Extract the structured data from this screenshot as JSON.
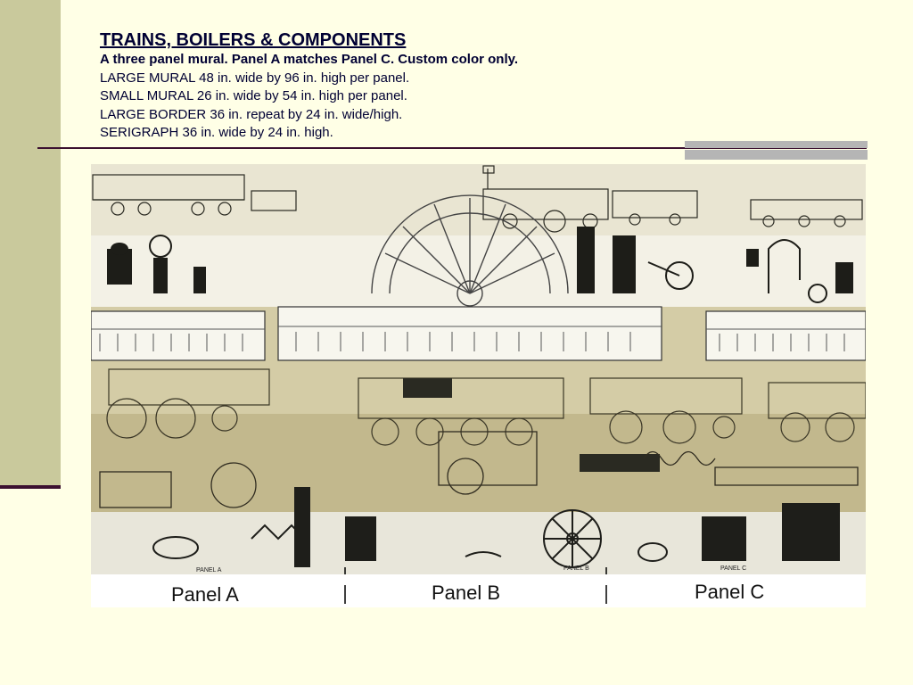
{
  "header": {
    "title": "TRAINS, BOILERS & COMPONENTS",
    "subtitle": "A three panel mural. Panel A matches Panel C. Custom color only.",
    "lines": [
      "LARGE MURAL 48 in. wide by 96 in. high per panel.",
      "SMALL MURAL 26 in. wide by 54 in. high per panel.",
      "LARGE BORDER 36 in. repeat by 24 in. wide/high.",
      "SERIGRAPH 36 in. wide by 24 in. high."
    ]
  },
  "mural": {
    "panel_labels": [
      "Panel A",
      "Panel B",
      "Panel C"
    ],
    "small_labels": [
      "PANEL A",
      "PANEL B",
      "PANEL C"
    ]
  },
  "colors": {
    "background": "#FFFFE6",
    "left_bar": "#C9C99C",
    "rule": "#3B1030",
    "accent": "#B5B5B5",
    "text": "#000033",
    "mural_tint": "#C8BF97"
  }
}
